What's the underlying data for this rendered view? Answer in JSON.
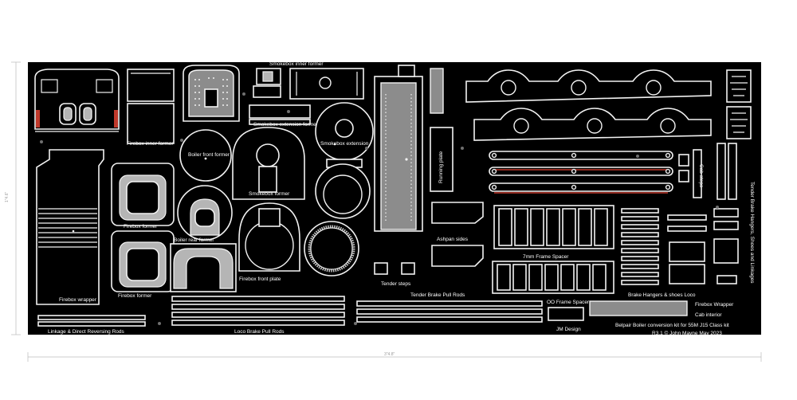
{
  "colors": {
    "sheet": "#000000",
    "etch": "#f2f2f2",
    "half_etch": "#8c8c8c",
    "highlight": "#c0392b",
    "page": "#ffffff"
  },
  "dimensions": {
    "width_label": "3\"4.8\"",
    "height_label": "1\"4.6\""
  },
  "part_labels": {
    "smokebox_inner_former": "Smokebox inner former",
    "firebox_inner_former": "Firebox inner former",
    "boiler_front_former": "Boiler front former",
    "smokebox_extension_former": "Smokebox extension former",
    "smokebox_extension": "Smokebox extension",
    "smokebox_former": "Smokebox former",
    "firebox_former": "Firebox former",
    "firebox_former_2": "Firebox former",
    "boiler_rear_former": "Boiler rear former",
    "firebox_front_plate": "Firebox front plate",
    "firebox_wrapper": "Firebox wrapper",
    "linkage_rods": "Linkage & Direct Reversing Rods",
    "loco_brake_pull_rods": "Loco Brake Pull Rods",
    "tender_brake_pull_rods": "Tender Brake Pull Rods",
    "tender_steps": "Tender steps",
    "ashpan_sides": "Ashpan sides",
    "running_plate": "Running plate",
    "mm_frame_spacer": "7mm Frame Spacer",
    "oo_frame_spacer": "OO Frame Spacer",
    "brake_hangers_loco": "Brake Hangers & shoes Loco",
    "cab_steps": "Cab steps",
    "tender_brake_hangers": "Tender Brake Hangers, Shoes and Linkages",
    "jm_design": "JM Design"
  },
  "legend": {
    "line1": "Firebox Wrapper",
    "line2": "Cab interior",
    "title": "Belpair Boiler conversion kit for 55M J15 Class kit",
    "revision": "R3.1  © John Mayne May 2023"
  }
}
